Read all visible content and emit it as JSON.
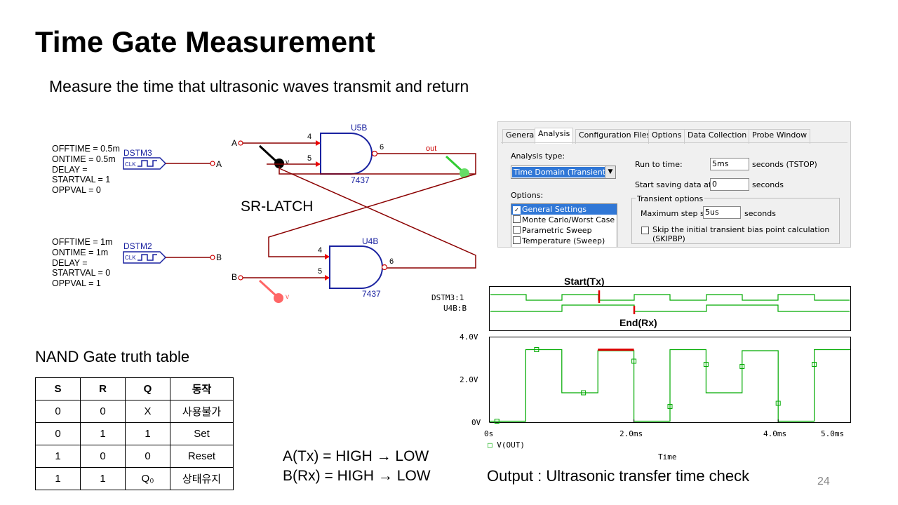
{
  "title": "Time Gate Measurement",
  "subtitle": "Measure the time that ultrasonic waves transmit and return",
  "circuit": {
    "stim1": {
      "lines": [
        "OFFTIME = 0.5m",
        "ONTIME = 0.5m",
        "DELAY =",
        "STARTVAL = 1",
        "OPPVAL = 0"
      ],
      "name": "DSTM3",
      "clk": "CLK",
      "node": "A"
    },
    "stim2": {
      "lines": [
        "OFFTIME = 1m",
        "ONTIME = 1m",
        "DELAY =",
        "STARTVAL = 0",
        "OPPVAL = 1"
      ],
      "name": "DSTM2",
      "clk": "CLK",
      "node": "B"
    },
    "gate1": {
      "name": "U5B",
      "part": "7437",
      "pin_a": "4",
      "pin_b": "5",
      "pin_out": "6"
    },
    "gate2": {
      "name": "U4B",
      "part": "7437",
      "pin_a": "4",
      "pin_b": "5",
      "pin_out": "6"
    },
    "input_a": "A",
    "input_b": "B",
    "probe_v": "v",
    "out_label": "out",
    "sr_label": "SR-LATCH"
  },
  "truth_table": {
    "title": "NAND Gate truth table",
    "headers": [
      "S",
      "R",
      "Q",
      "동작"
    ],
    "rows": [
      [
        "0",
        "0",
        "X",
        "사용불가"
      ],
      [
        "0",
        "1",
        "1",
        "Set"
      ],
      [
        "1",
        "0",
        "0",
        "Reset"
      ],
      [
        "1",
        "1",
        "Q₀",
        "상태유지"
      ]
    ]
  },
  "equations": [
    "A(Tx) = HIGH → LOW",
    "B(Rx) = HIGH → LOW"
  ],
  "dialog": {
    "tabs": [
      "General",
      "Analysis",
      "Configuration Files",
      "Options",
      "Data Collection",
      "Probe Window"
    ],
    "active_tab": "Analysis",
    "analysis_type_label": "Analysis type:",
    "analysis_type_value": "Time Domain (Transient)",
    "options_label": "Options:",
    "options": [
      "General Settings",
      "Monte Carlo/Worst Case",
      "Parametric Sweep",
      "Temperature (Sweep)"
    ],
    "run_to_label": "Run to time:",
    "run_to_value": "5ms",
    "run_to_unit": "seconds (TSTOP)",
    "start_save_label": "Start saving data after:",
    "start_save_value": "0",
    "start_save_unit": "seconds",
    "transient_group": "Transient options",
    "max_step_label": "Maximum step size:",
    "max_step_value": "5us",
    "max_step_unit": "seconds",
    "skip_label": "Skip the initial transient bias point calculation (SKIPBP)"
  },
  "digital": {
    "signals": [
      "DSTM3:1",
      "U4B:B"
    ],
    "start_label": "Start(Tx)",
    "end_label": "End(Rx)"
  },
  "chart_data": {
    "type": "line",
    "x": [
      0.0,
      0.5,
      0.5,
      1.0,
      1.0,
      1.5,
      1.5,
      2.0,
      2.0,
      2.5,
      2.5,
      3.0,
      3.0,
      3.5,
      3.5,
      4.0,
      4.0,
      4.5,
      4.5,
      5.0
    ],
    "y_labels": [
      "4.0V",
      "2.0V",
      "0V"
    ],
    "x_labels": [
      "0s",
      "2.0ms",
      "4.0ms",
      "5.0ms"
    ],
    "xlabel": "Time",
    "legend": "V(OUT)",
    "ylim": [
      0,
      4
    ],
    "xlim": [
      0,
      5
    ],
    "series": [
      {
        "name": "V(OUT)",
        "x": [
          0.0,
          0.5,
          0.5,
          1.0,
          1.0,
          1.5,
          1.5,
          2.0,
          2.0,
          2.5,
          2.5,
          3.0,
          3.0,
          3.5,
          3.5,
          4.0,
          4.0,
          4.5,
          4.5,
          5.0
        ],
        "y": [
          0.05,
          0.05,
          3.45,
          3.45,
          1.4,
          1.4,
          3.4,
          3.4,
          0.05,
          0.05,
          3.45,
          3.45,
          1.4,
          1.4,
          3.4,
          3.4,
          0.05,
          0.05,
          3.45,
          3.45
        ]
      }
    ],
    "caption": "Output : Ultrasonic transfer time check"
  },
  "page_number": "24"
}
